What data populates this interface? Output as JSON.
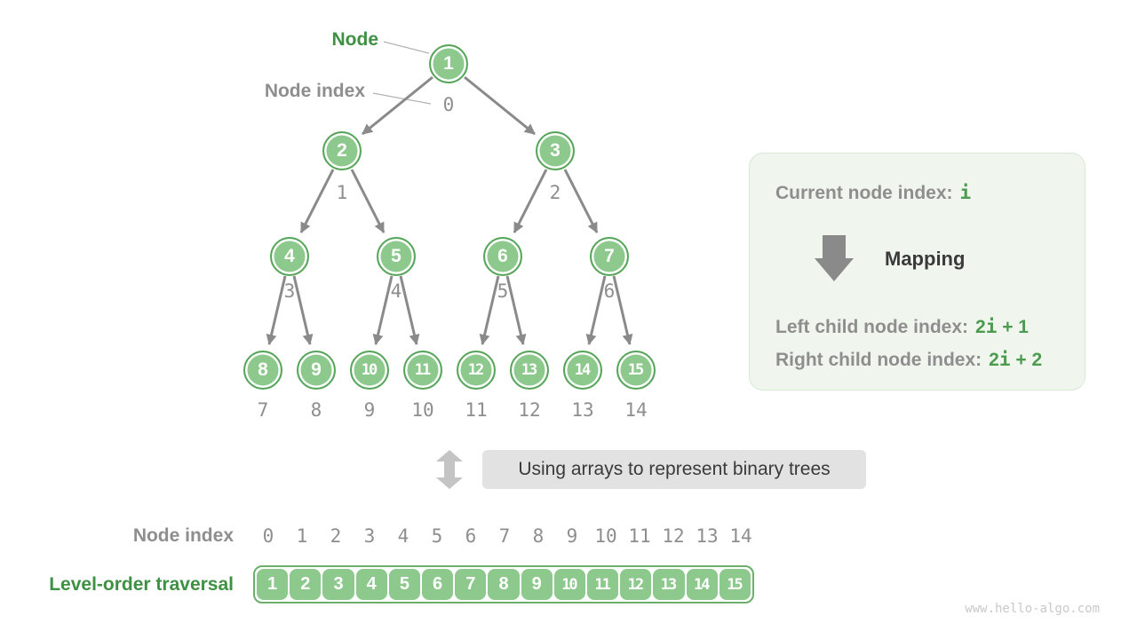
{
  "colors": {
    "node_fill": "#8dc88d",
    "node_border": "#57a55a",
    "green_text": "#3e9043",
    "formula_green": "#4c9b4f",
    "gray_text": "#8e8e8e",
    "dark_text": "#3a3a3a",
    "edge_gray": "#8a8a8a",
    "caption_bg": "#e2e2e2",
    "infobox_bg": "#f0f6ee",
    "infobox_border": "#d9e8d5",
    "double_arrow": "#c4c4c4",
    "watermark_gray": "#c9c9c9",
    "array_border": "#6cae6c"
  },
  "tree": {
    "node_label": "Node",
    "node_index_label": "Node index",
    "nodes": [
      {
        "value": "1",
        "index": "0"
      },
      {
        "value": "2",
        "index": "1"
      },
      {
        "value": "3",
        "index": "2"
      },
      {
        "value": "4",
        "index": "3"
      },
      {
        "value": "5",
        "index": "4"
      },
      {
        "value": "6",
        "index": "5"
      },
      {
        "value": "7",
        "index": "6"
      },
      {
        "value": "8",
        "index": "7"
      },
      {
        "value": "9",
        "index": "8"
      },
      {
        "value": "10",
        "index": "9"
      },
      {
        "value": "11",
        "index": "10"
      },
      {
        "value": "12",
        "index": "11"
      },
      {
        "value": "13",
        "index": "12"
      },
      {
        "value": "14",
        "index": "13"
      },
      {
        "value": "15",
        "index": "14"
      }
    ]
  },
  "info_box": {
    "current_label": "Current node index:",
    "current_value": "i",
    "mapping_label": "Mapping",
    "left_label": "Left child node index:",
    "left_coef": "2",
    "left_var": "i",
    "left_suffix": " + 1",
    "right_label": "Right child node index:",
    "right_coef": "2",
    "right_var": "i",
    "right_suffix": " + 2"
  },
  "caption": {
    "text": "Using arrays to represent binary trees"
  },
  "array_section": {
    "index_label": "Node index",
    "traversal_label": "Level-order traversal",
    "indices": [
      "0",
      "1",
      "2",
      "3",
      "4",
      "5",
      "6",
      "7",
      "8",
      "9",
      "10",
      "11",
      "12",
      "13",
      "14"
    ],
    "values": [
      "1",
      "2",
      "3",
      "4",
      "5",
      "6",
      "7",
      "8",
      "9",
      "10",
      "11",
      "12",
      "13",
      "14",
      "15"
    ]
  },
  "watermark": "www.hello-algo.com"
}
